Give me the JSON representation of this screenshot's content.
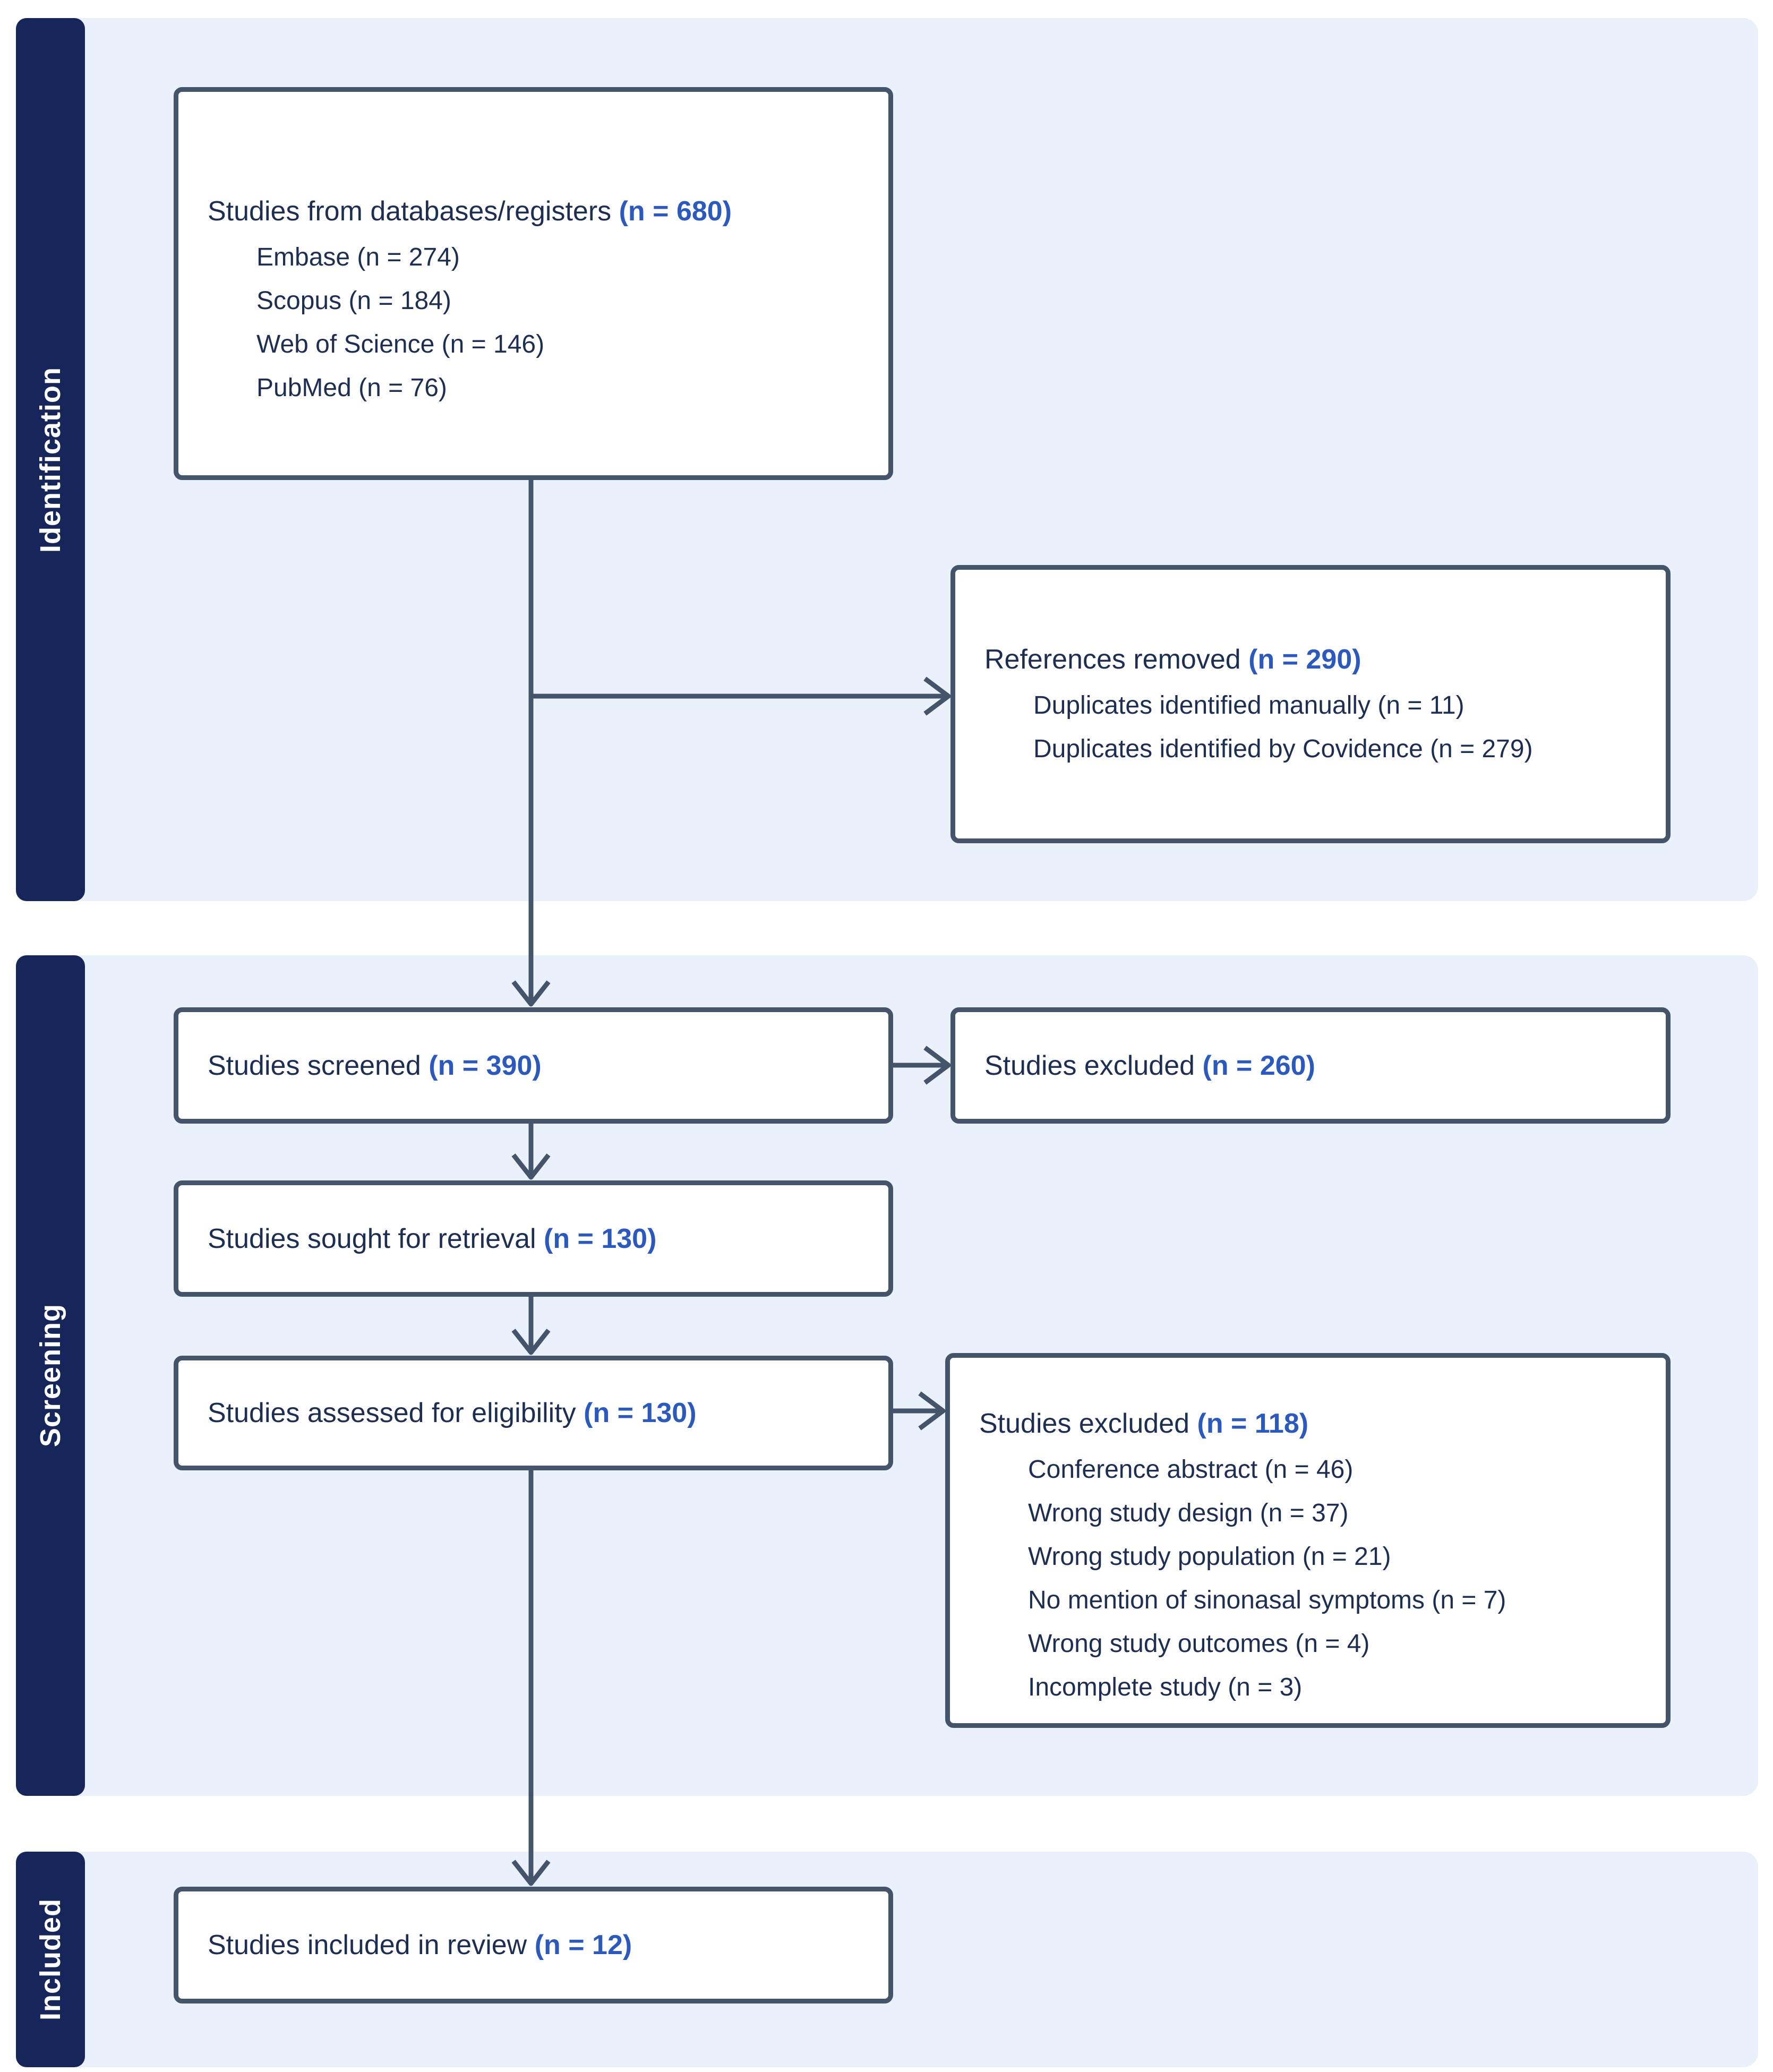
{
  "diagram": {
    "type": "PRISMA flow diagram",
    "colors": {
      "band": "#16265A",
      "panel": "#EBF1FA",
      "border": "#44546A",
      "text": "#1D2E52",
      "accent": "#2C59BD"
    },
    "sidebar_sections": [
      {
        "label": "Identification"
      },
      {
        "label": "Screening"
      },
      {
        "label": "Included"
      }
    ],
    "boxes": {
      "sources": {
        "title": "Studies from databases/registers",
        "count": "(n = 680)",
        "items": [
          "Embase (n = 274)",
          "Scopus (n = 184)",
          "Web of Science (n = 146)",
          "PubMed (n = 76)"
        ]
      },
      "removed": {
        "title": "References removed",
        "count": "(n = 290)",
        "items": [
          "Duplicates identified manually (n = 11)",
          "Duplicates identified by Covidence (n = 279)"
        ]
      },
      "screened": {
        "title": "Studies screened",
        "count": "(n = 390)"
      },
      "excluded_screening": {
        "title": "Studies excluded",
        "count": "(n = 260)"
      },
      "retrieval": {
        "title": "Studies sought for retrieval",
        "count": "(n = 130)"
      },
      "assessed": {
        "title": "Studies assessed for eligibility",
        "count": "(n = 130)"
      },
      "excluded_eligibility": {
        "title": "Studies excluded",
        "count": "(n = 118)",
        "items": [
          "Conference abstract (n = 46)",
          "Wrong study design (n = 37)",
          "Wrong study population (n = 21)",
          "No mention of sinonasal symptoms (n = 7)",
          "Wrong study outcomes (n = 4)",
          "Incomplete study (n = 3)"
        ]
      },
      "included": {
        "title": "Studies included in review",
        "count": "(n = 12)"
      }
    }
  }
}
